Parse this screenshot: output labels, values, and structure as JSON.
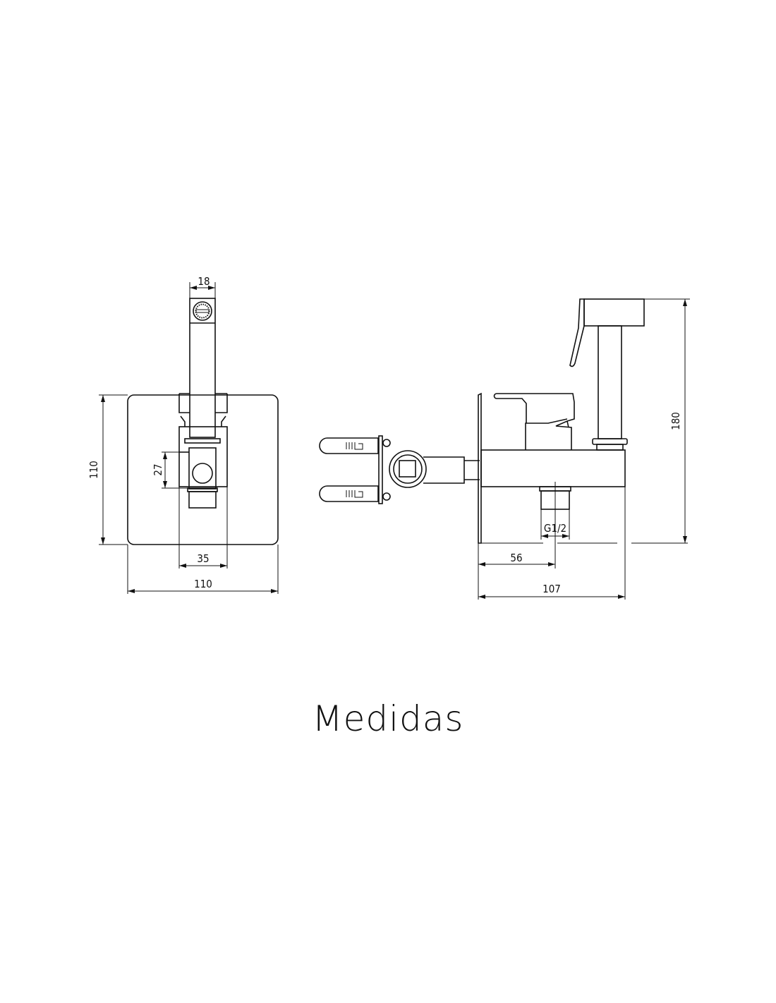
{
  "title": "Medidas",
  "front_view": {
    "dims": {
      "spout_width": "18",
      "plate_height": "110",
      "inlet_height": "27",
      "body_width": "35",
      "plate_width": "110"
    }
  },
  "side_view": {
    "dims": {
      "thread": "G1/2",
      "outlet_offset": "56",
      "depth": "107",
      "total_height": "180"
    }
  }
}
